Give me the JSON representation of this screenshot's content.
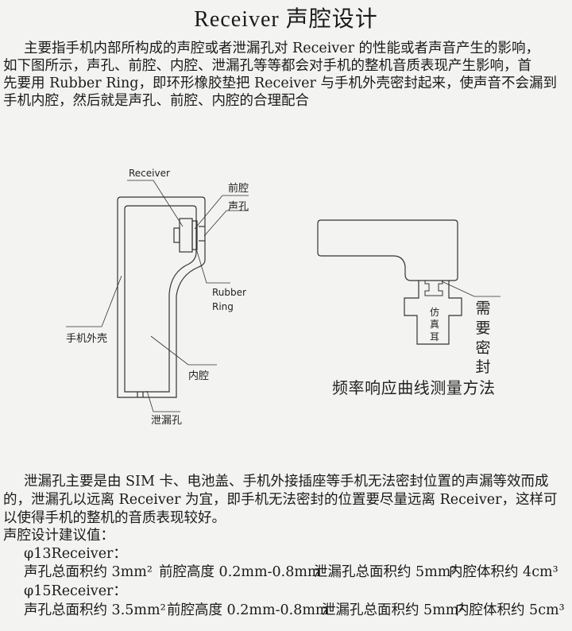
{
  "title": "Receiver 声腔设计",
  "intro": [
    "主要指手机内部所构成的声腔或者泄漏孔对 Receiver 的性能或者声音产生的影响，",
    "如下图所示，声孔、前腔、内腔、泄漏孔等等都会对手机的整机音质表现产生影响，首",
    "先要用 Rubber Ring，即环形橡胶垫把 Receiver 与手机外壳密封起来，使声音不会漏到",
    "手机内腔，然后就是声孔、前腔、内腔的合理配合"
  ],
  "diagram_left": {
    "receiver": "Receiver",
    "front_cavity": "前腔",
    "sound_hole": "声孔",
    "rubber": "Rubber",
    "ring": "Ring",
    "housing": "手机外壳",
    "inner_cavity": "内腔",
    "leak_hole": "泄漏孔"
  },
  "diagram_right": {
    "ear": [
      "仿",
      "真",
      "耳"
    ],
    "seal": [
      "需",
      "要",
      "密",
      "封"
    ],
    "caption": "频率响应曲线测量方法"
  },
  "body": [
    "泄漏孔主要是由 SIM 卡、电池盖、手机外接插座等手机无法密封位置的声漏等效而成",
    "的，泄漏孔以远离 Receiver 为宜，即手机无法密封的位置要尽量远离 Receiver，这样可",
    "以使得手机的整机的音质表现较好。"
  ],
  "recommend_title": "声腔设计建议值：",
  "specs": [
    {
      "name": "φ13Receiver：",
      "items": [
        "声孔总面积约 3mm²",
        "前腔高度 0.2mm-0.8mm",
        "泄漏孔总面积约 5mm²",
        "内腔体积约 4cm³"
      ]
    },
    {
      "name": "φ15Receiver：",
      "items": [
        "声孔总面积约 3.5mm²",
        "前腔高度 0.2mm-0.8mm",
        "泄漏孔总面积约 5mm²",
        "内腔体积约 5cm³"
      ]
    }
  ]
}
